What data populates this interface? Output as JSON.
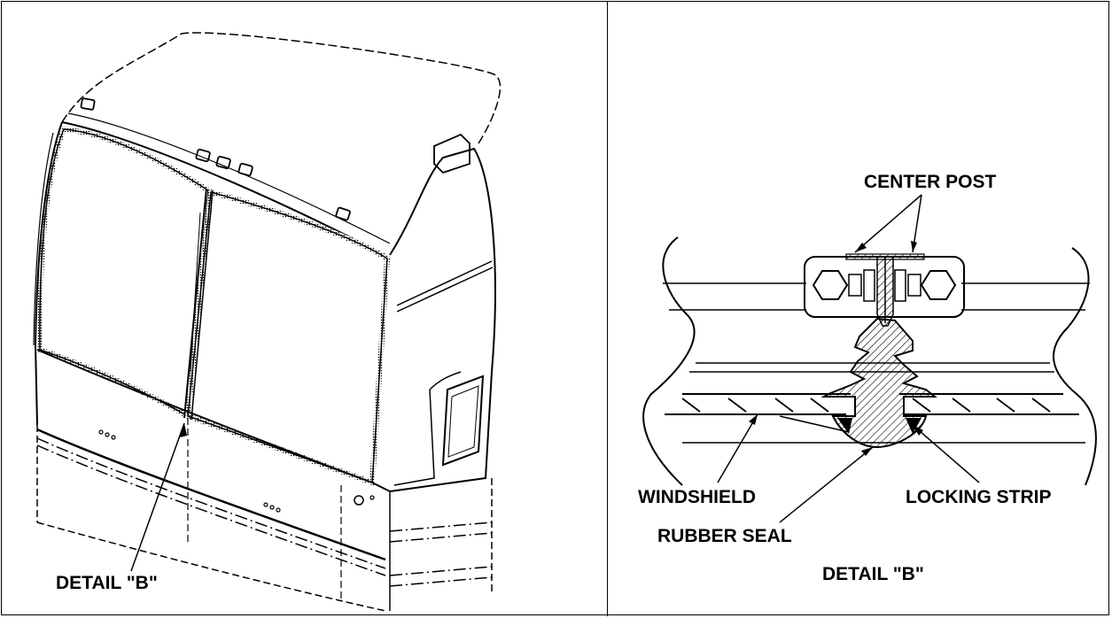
{
  "labels": {
    "detail_left": "DETAIL \"B\"",
    "center_post": "CENTER POST",
    "windshield": "WINDSHIELD",
    "locking_strip": "LOCKING STRIP",
    "rubber_seal": "RUBBER SEAL",
    "detail_right": "DETAIL \"B\""
  }
}
